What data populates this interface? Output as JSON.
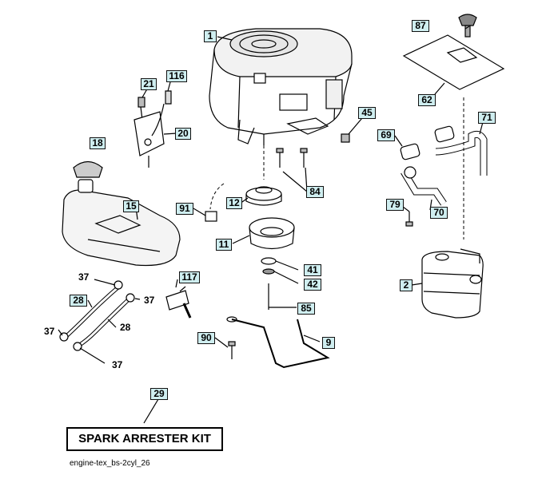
{
  "callouts": {
    "p1": "1",
    "p87": "87",
    "p116": "116",
    "p21": "21",
    "p20": "20",
    "p62": "62",
    "p45": "45",
    "p18": "18",
    "p69": "69",
    "p71": "71",
    "p84": "84",
    "p15": "15",
    "p91": "91",
    "p12": "12",
    "p79": "79",
    "p70": "70",
    "p11": "11",
    "p41": "41",
    "p42": "42",
    "p2": "2",
    "p117": "117",
    "p85": "85",
    "p28a": "28",
    "p90": "90",
    "p9": "9",
    "p29": "29"
  },
  "plain_labels": {
    "l37a": "37",
    "l37b": "37",
    "l37c": "37",
    "l37d": "37",
    "l28b": "28"
  },
  "kit_label": "SPARK ARRESTER KIT",
  "caption": "engine-tex_bs-2cyl_26",
  "colors": {
    "callout_fill": "#cfeef0",
    "line": "#000000",
    "part_shade": "#dddddd"
  }
}
